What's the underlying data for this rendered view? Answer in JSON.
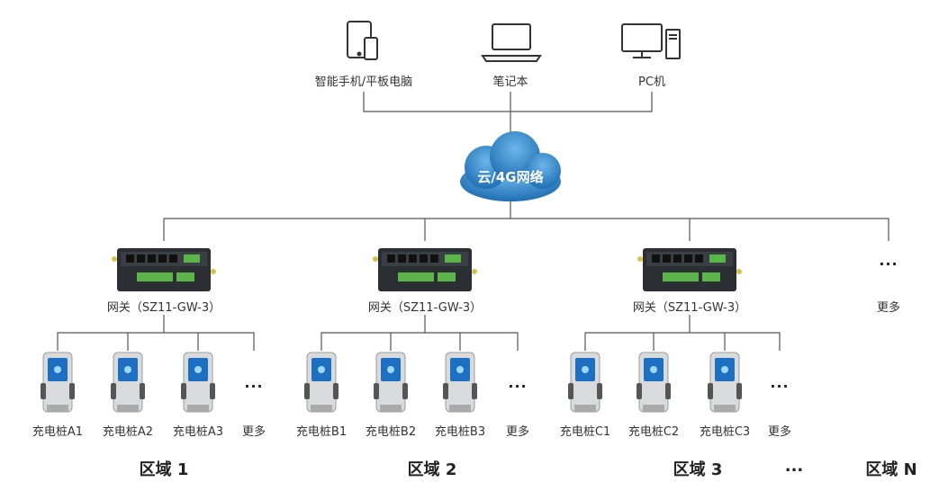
{
  "clients": [
    {
      "label": "智能手机/平板电脑",
      "icon": "tablet-phone-icon"
    },
    {
      "label": "笔记本",
      "icon": "laptop-icon"
    },
    {
      "label": "PC机",
      "icon": "desktop-pc-icon"
    }
  ],
  "cloud": {
    "label": "云/4G网络",
    "icon": "cloud-icon",
    "color": "#2a7fc4"
  },
  "gateways": [
    {
      "label": "网关（SZ11-GW-3）"
    },
    {
      "label": "网关（SZ11-GW-3）"
    },
    {
      "label": "网关（SZ11-GW-3）"
    }
  ],
  "more_gateway": {
    "dots": "···",
    "label": "更多"
  },
  "chargers": [
    [
      "充电桩A1",
      "充电桩A2",
      "充电桩A3"
    ],
    [
      "充电桩B1",
      "充电桩B2",
      "充电桩B3"
    ],
    [
      "充电桩C1",
      "充电桩C2",
      "充电桩C3"
    ]
  ],
  "charger_more": {
    "dots": "···",
    "label": "更多"
  },
  "regions": [
    "区域 1",
    "区域 2",
    "区域 3"
  ],
  "region_ellipsis": "...",
  "region_n": "区域 N",
  "colors": {
    "line": "#555555",
    "device": "#2b2f33",
    "terminal": "#5bb548",
    "charger_screen": "#1d6fc2"
  }
}
